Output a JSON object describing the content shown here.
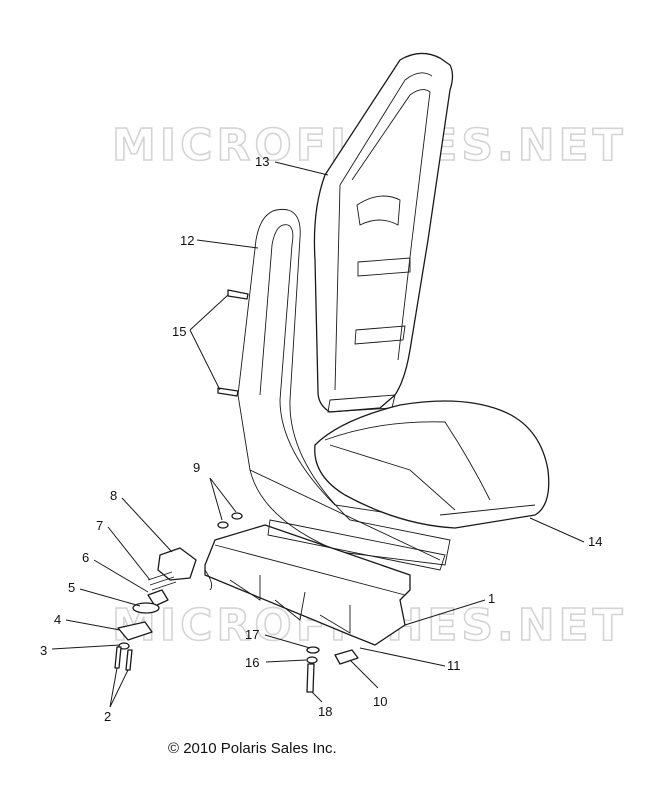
{
  "watermark": "MICROFICHES.NET",
  "copyright": "© 2010 Polaris Sales Inc.",
  "callouts": [
    "1",
    "2",
    "3",
    "4",
    "5",
    "6",
    "7",
    "8",
    "9",
    "10",
    "11",
    "12",
    "13",
    "14",
    "15",
    "16",
    "17",
    "18"
  ]
}
